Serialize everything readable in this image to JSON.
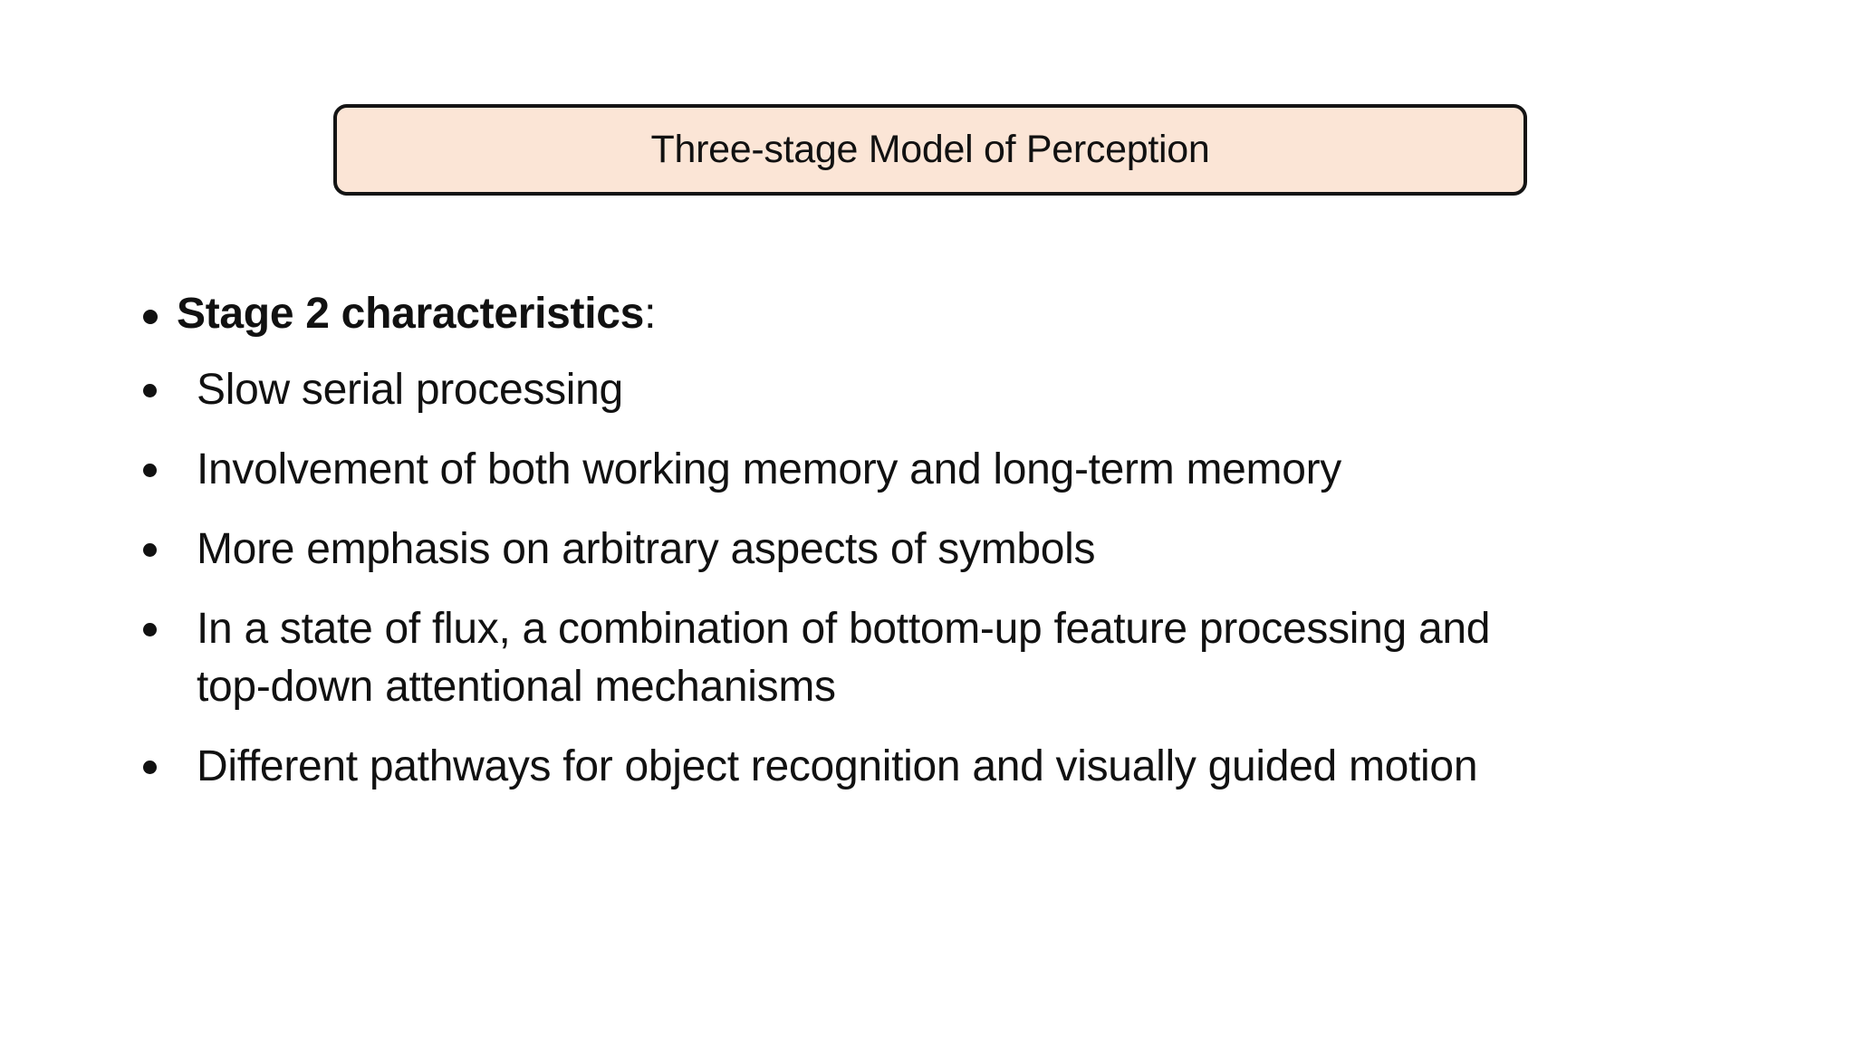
{
  "slide": {
    "title": "Three-stage Model of Perception",
    "bullets": [
      {
        "bold_text": "Stage 2 characteristics",
        "suffix": ":"
      },
      {
        "text": "Slow serial processing"
      },
      {
        "text": "Involvement of both working memory and long-term memory"
      },
      {
        "text": "More emphasis on arbitrary aspects of symbols"
      },
      {
        "line1": "In a state of flux, a combination of bottom-up feature processing and",
        "line2": "top-down attentional mechanisms"
      },
      {
        "text": "Different pathways for object recognition and visually guided motion"
      }
    ]
  },
  "colors": {
    "background": "#FFFFFF",
    "title_box_fill": "#FBE5D6",
    "title_box_border": "#141414",
    "text": "#111111"
  }
}
